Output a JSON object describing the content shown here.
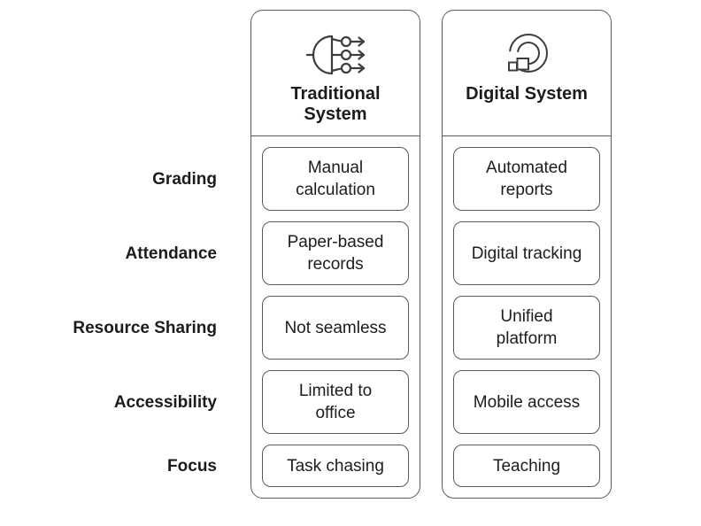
{
  "diagram": {
    "columns": [
      {
        "title": "Traditional System",
        "icon": "branch-arrows-icon"
      },
      {
        "title": "Digital System",
        "icon": "digital-pixel-ring-icon"
      }
    ],
    "rows": [
      {
        "label": "Grading",
        "traditional": "Manual calculation",
        "digital": "Automated reports"
      },
      {
        "label": "Attendance",
        "traditional": "Paper-based records",
        "digital": "Digital tracking"
      },
      {
        "label": "Resource Sharing",
        "traditional": "Not seamless",
        "digital": "Unified platform"
      },
      {
        "label": "Accessibility",
        "traditional": "Limited to office",
        "digital": "Mobile access"
      },
      {
        "label": "Focus",
        "traditional": "Task chasing",
        "digital": "Teaching"
      }
    ],
    "colors": {
      "border": "#5a5a5a",
      "text": "#1c1c1c",
      "icon": "#3d3d3d",
      "background": "#ffffff"
    }
  }
}
